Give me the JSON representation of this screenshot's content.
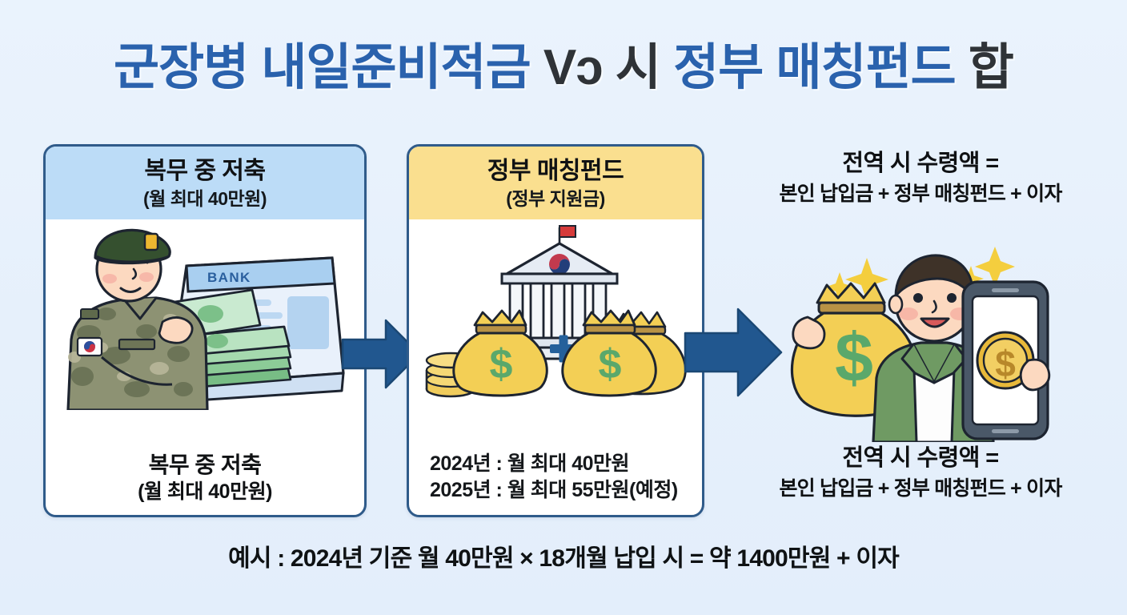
{
  "title": {
    "part1": "군장병 내일준비적금 ",
    "part2": "Vɔ 시",
    "part3": " 정부 매칭펀드 ",
    "part4": "합"
  },
  "colors": {
    "page_background": "#e8f2fc",
    "title_blue": "#2a62ad",
    "title_dark": "#2f3337",
    "panel_border": "#2f5b8a",
    "panel_header_blue": "#bcdcf7",
    "panel_header_yellow": "#fadf8f",
    "arrow_blue": "#21578f",
    "money_bag_yellow": "#f3cf55",
    "money_green": "#5aa86b",
    "coin_gold": "#e8b93a"
  },
  "panels": {
    "left": {
      "header_main": "복무 중 저축",
      "header_sub": "(월 최대 40만원)",
      "footer_main": "복무 중 저축",
      "footer_sub": "(월 최대 40만원)",
      "illustration": "soldier-with-bankbook-and-cash",
      "bankbook_label": "BANK"
    },
    "middle": {
      "header_main": "정부 매칭펀드",
      "header_sub": "(정부 지원금)",
      "footer_line1": "2024년 : 월 최대 40만원",
      "footer_line2": "2025년 : 월 최대 55만원(예정)",
      "illustration": "government-building-and-money-bags",
      "plus_symbol": "+"
    },
    "right": {
      "top_main": "전역 시 수령액 =",
      "top_sub": "본인 납입금 + 정부 매칭펀드 + 이자",
      "bottom_main": "전역 시 수령액 =",
      "bottom_sub": "본인 납입금 + 정부 매칭펀드 + 이자",
      "illustration": "happy-man-with-money-bag-and-phone"
    }
  },
  "footer": {
    "note": "예시 : 2024년 기준 월 40만원 × 18개월 납입 시  = 약 1400만원 + 이자"
  }
}
